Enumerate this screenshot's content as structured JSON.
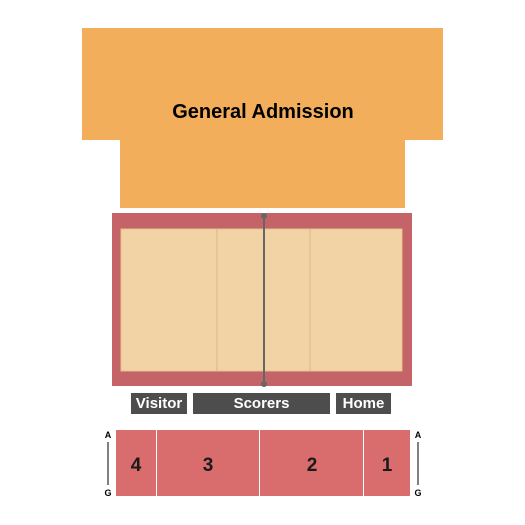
{
  "general_admission": {
    "label": "General Admission",
    "color": "#F2AE5B"
  },
  "court": {
    "border_color": "#C46468",
    "floor_color": "#F2D3A6",
    "line_color": "#D8B88A",
    "net_color": "#666666"
  },
  "tables": {
    "visitor": "Visitor",
    "scorers": "Scorers",
    "home": "Home",
    "color": "#4D4D4D"
  },
  "sections": {
    "color": "#D96C6C",
    "items": [
      {
        "label": "4"
      },
      {
        "label": "3"
      },
      {
        "label": "2"
      },
      {
        "label": "1"
      }
    ]
  },
  "row_markers": {
    "left_top": "A",
    "left_bottom": "G",
    "right_top": "A",
    "right_bottom": "G"
  }
}
